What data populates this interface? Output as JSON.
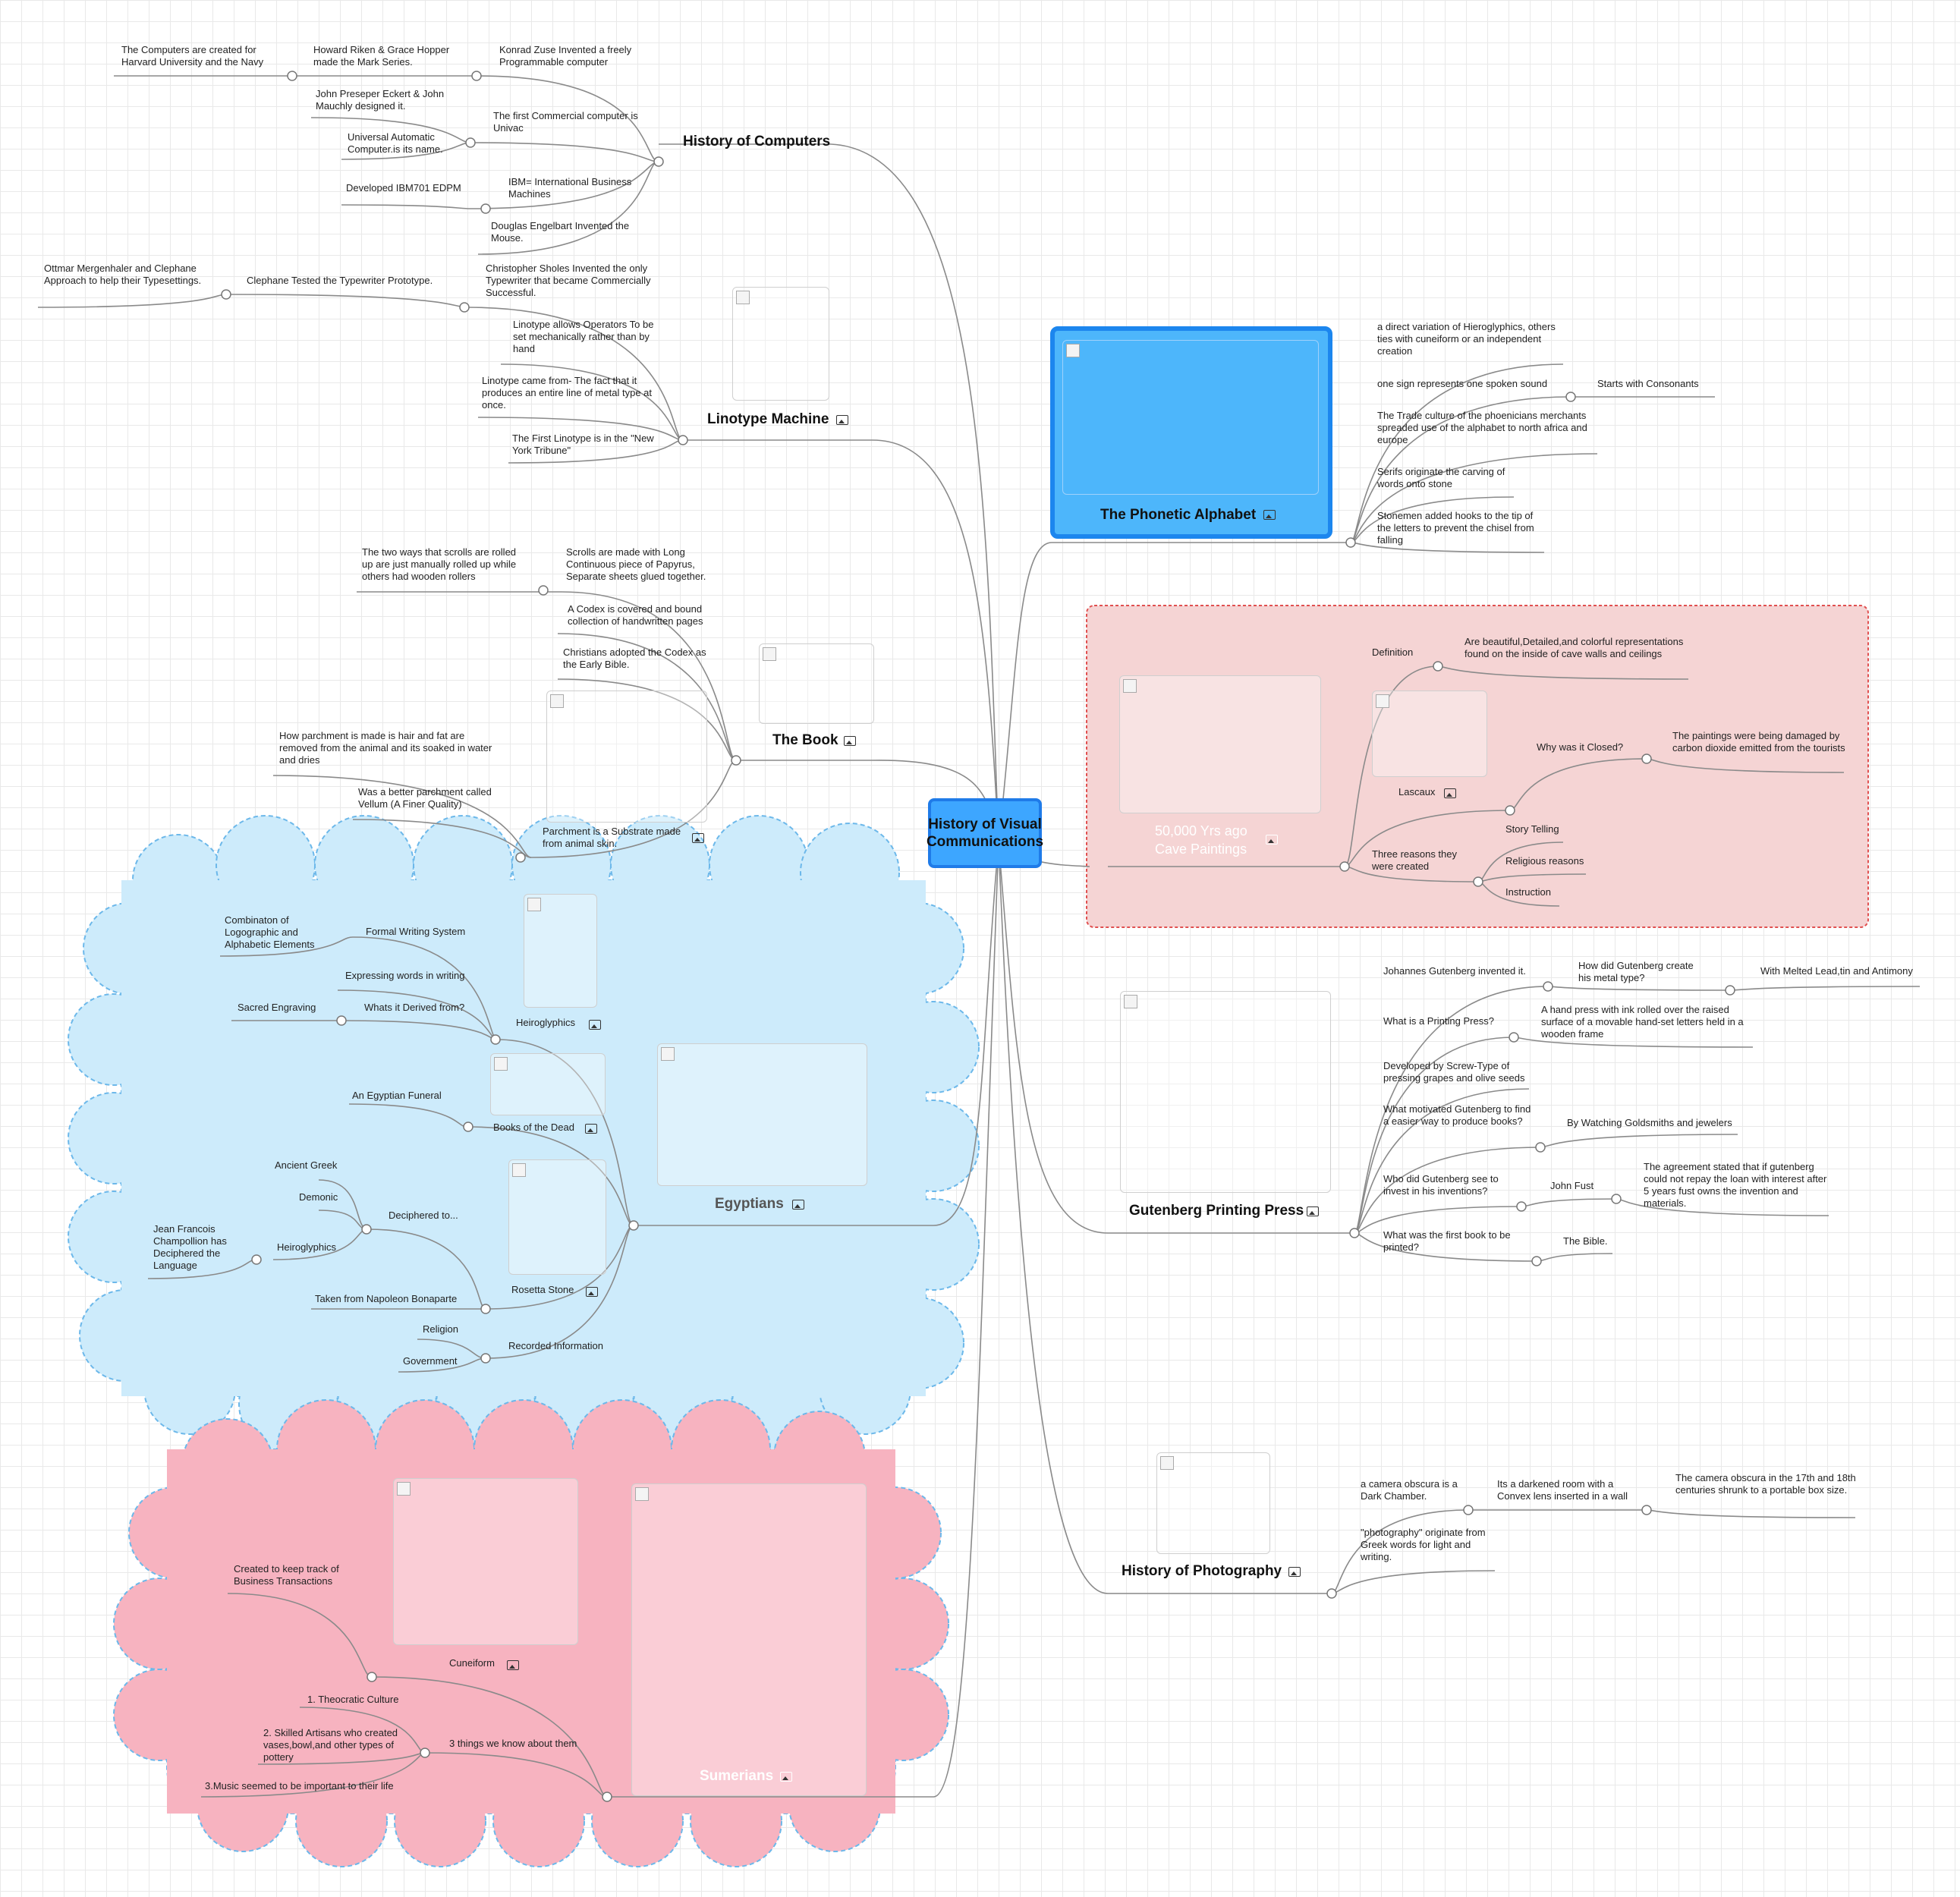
{
  "central": "History of Visual Communications",
  "computers": {
    "title": "History of Computers",
    "zuse": "Konrad Zuse Invented a freely Programmable computer",
    "riken": "Howard Riken & Grace Hopper made the Mark Series.",
    "harvard": "The Computers are created for Harvard University and the Navy",
    "univac": "The first Commercial computer is Univac",
    "eckert": "John Preseper Eckert & John Mauchly designed it.",
    "uac": "Universal Automatic Computer.is its name.",
    "ibm": "IBM= International Business Machines",
    "ibm701": "Developed IBM701 EDPM",
    "mouse": "Douglas Engelbart Invented the Mouse."
  },
  "linotype": {
    "title": "Linotype Machine",
    "sholes": "Christopher Sholes Invented the only Typewriter that became Commercially Successful.",
    "clephane": "Clephane Tested the Typewriter Prototype.",
    "mergenhaler": "Ottmar Mergenhaler and Clephane Approach to help their Typesettings.",
    "operators": "Linotype allows Operators To be set mechanically rather than by hand",
    "camefrom": "Linotype came from- The fact that it produces an entire line of metal type at once.",
    "first": "The First Linotype is in the \"New York Tribune\""
  },
  "book": {
    "title": "The Book",
    "scrolls": "Scrolls are made with Long Continuous piece of Papyrus, Separate sheets glued together.",
    "twoways": "The two ways that scrolls are rolled up are just manually rolled up while others had wooden rollers",
    "codex": "A Codex is covered and bound collection of handwritten pages",
    "christians": "Christians adopted the Codex as the Early Bible.",
    "parchment": "Parchment is a Substrate made from animal skin.",
    "howmade": "How parchment is made is hair and fat are removed from the animal and its soaked in water and dries",
    "vellum": "Was a better parchment called Vellum (A Finer Quality)"
  },
  "egyptians": {
    "title": "Egyptians",
    "hieroglyphics": "Heiroglyphics",
    "formal": "Formal Writing System",
    "combination": "Combinaton of Logographic and Alphabetic Elements",
    "expressing": "Expressing words in writing",
    "derived": "Whats it Derived from?",
    "sacred": "Sacred Engraving",
    "bookdead": "Books of the Dead",
    "funeral": "An Egyptian Funeral",
    "rosetta": "Rosetta Stone",
    "deciphered": "Deciphered to...",
    "greek": "Ancient Greek",
    "demonic": "Demonic",
    "hiero2": "Heiroglyphics",
    "champollion": "Jean Francois Champollion has Deciphered the Language",
    "napoleon": "Taken from Napoleon Bonaparte",
    "recorded": "Recorded Information",
    "religion": "Religion",
    "government": "Government"
  },
  "sumerians": {
    "title": "Sumerians",
    "cuneiform": "Cuneiform",
    "business": "Created to keep track of Business Transactions",
    "three": "3 things we know about them",
    "theocratic": "1. Theocratic Culture",
    "artisans": "2. Skilled Artisans who created vases,bowl,and other types of pottery",
    "music": "3.Music seemed to be important to their life"
  },
  "phonetic": {
    "title": "The Phonetic Alphabet",
    "variation": "a direct variation of Hieroglyphics, others ties with cuneiform or an independent creation",
    "onesign": "one sign represents one spoken sound",
    "consonants": "Starts with Consonants",
    "trade": "The Trade culture of the phoenicians merchants spreaded use of the alphabet to north africa and europe",
    "serifs": "Serifs originate the carving of words onto stone",
    "stonemen": "Stonemen added hooks to the tip of the letters to prevent the chisel from falling"
  },
  "cave": {
    "title": "50,000 Yrs ago Cave Paintings",
    "definition": "Definition",
    "beautiful": "Are beautiful,Detailed,and colorful representations found on the inside of cave walls and ceilings",
    "lascaux": "Lascaux",
    "closed": "Why was it Closed?",
    "damaged": "The paintings were being damaged by carbon dioxide emitted from the tourists",
    "reasons": "Three reasons they were created",
    "story": "Story Telling",
    "religious": "Religious reasons",
    "instruction": "Instruction"
  },
  "gutenberg": {
    "title": "Gutenberg Printing Press",
    "invented": "Johannes Gutenberg invented it.",
    "howcreate": "How did Gutenberg create his metal type?",
    "melted": "With Melted Lead,tin and Antimony",
    "whatis": "What is a Printing Press?",
    "handpress": "A hand press with ink rolled over the raised surface of a movable hand-set letters held in a wooden frame",
    "screw": "Developed by Screw-Type of pressing grapes and olive seeds",
    "motivated": "What motivated Gutenberg to find a easier way to produce books?",
    "goldsmiths": "By Watching Goldsmiths and jewelers",
    "invest": "Who did Gutenberg see to invest in his inventions?",
    "fust": "John Fust",
    "agreement": "The agreement stated that if gutenberg could not repay the loan with interest after 5 years fust owns the invention and materials.",
    "firstbook": "What was the first book to be printed?",
    "bible": "The Bible."
  },
  "photography": {
    "title": "History of Photography",
    "obscura": "a camera obscura is a Dark Chamber.",
    "darkened": "Its a darkened room with a Convex lens inserted in a wall",
    "shrunk": "The camera obscura in the 17th and 18th centuries shrunk to a portable box size.",
    "greek": "\"photography\" originate from Greek words for light and writing."
  }
}
